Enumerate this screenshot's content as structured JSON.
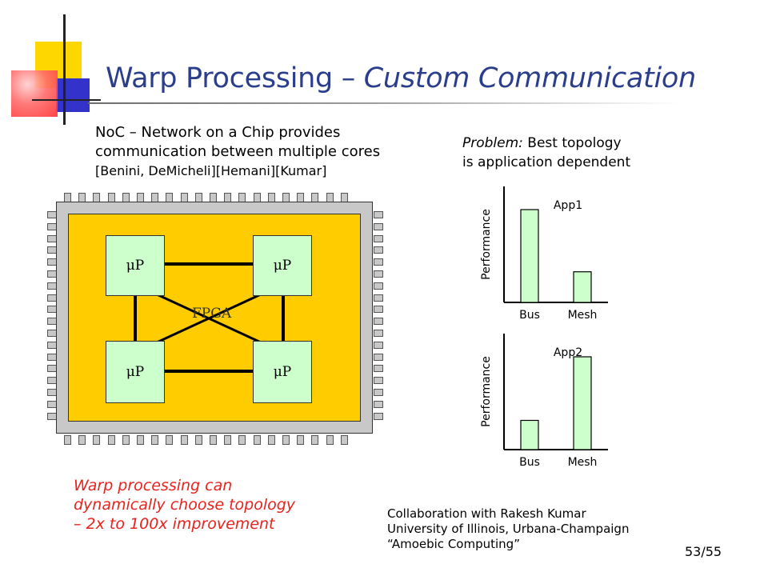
{
  "title": {
    "main": "Warp Processing – ",
    "italic": "Custom Communication"
  },
  "noc": {
    "line1": "NoC – Network on a Chip provides",
    "line2": "communication between multiple cores",
    "refs": "[Benini, DeMicheli][Hemani][Kumar]"
  },
  "problem": {
    "label": "Problem:",
    "line1_rest": " Best topology",
    "line2": "is application dependent"
  },
  "chip": {
    "fpga_label": "FPGA",
    "core_label": "μP",
    "colors": {
      "fpga_fill": "#ffcc00",
      "core_fill": "#ccffcc",
      "pin_fill": "#c8c8c8"
    }
  },
  "chart_data": [
    {
      "type": "bar",
      "title": "App1",
      "categories": [
        "Bus",
        "Mesh"
      ],
      "values": [
        10,
        3.3
      ],
      "ylabel": "Performance",
      "ylim": [
        0,
        12.5
      ],
      "grid": false
    },
    {
      "type": "bar",
      "title": "App2",
      "categories": [
        "Bus",
        "Mesh"
      ],
      "values": [
        3.4,
        10.8
      ],
      "ylabel": "Performance",
      "ylim": [
        0,
        13.5
      ],
      "grid": false
    }
  ],
  "warp_note": {
    "line1": "Warp processing can",
    "line2": "dynamically choose topology",
    "line3": "– 2x to 100x improvement"
  },
  "collab": {
    "line1": "Collaboration with Rakesh Kumar",
    "line2": "University of Illinois, Urbana-Champaign",
    "line3": "“Amoebic Computing”"
  },
  "page_number": "53/55"
}
